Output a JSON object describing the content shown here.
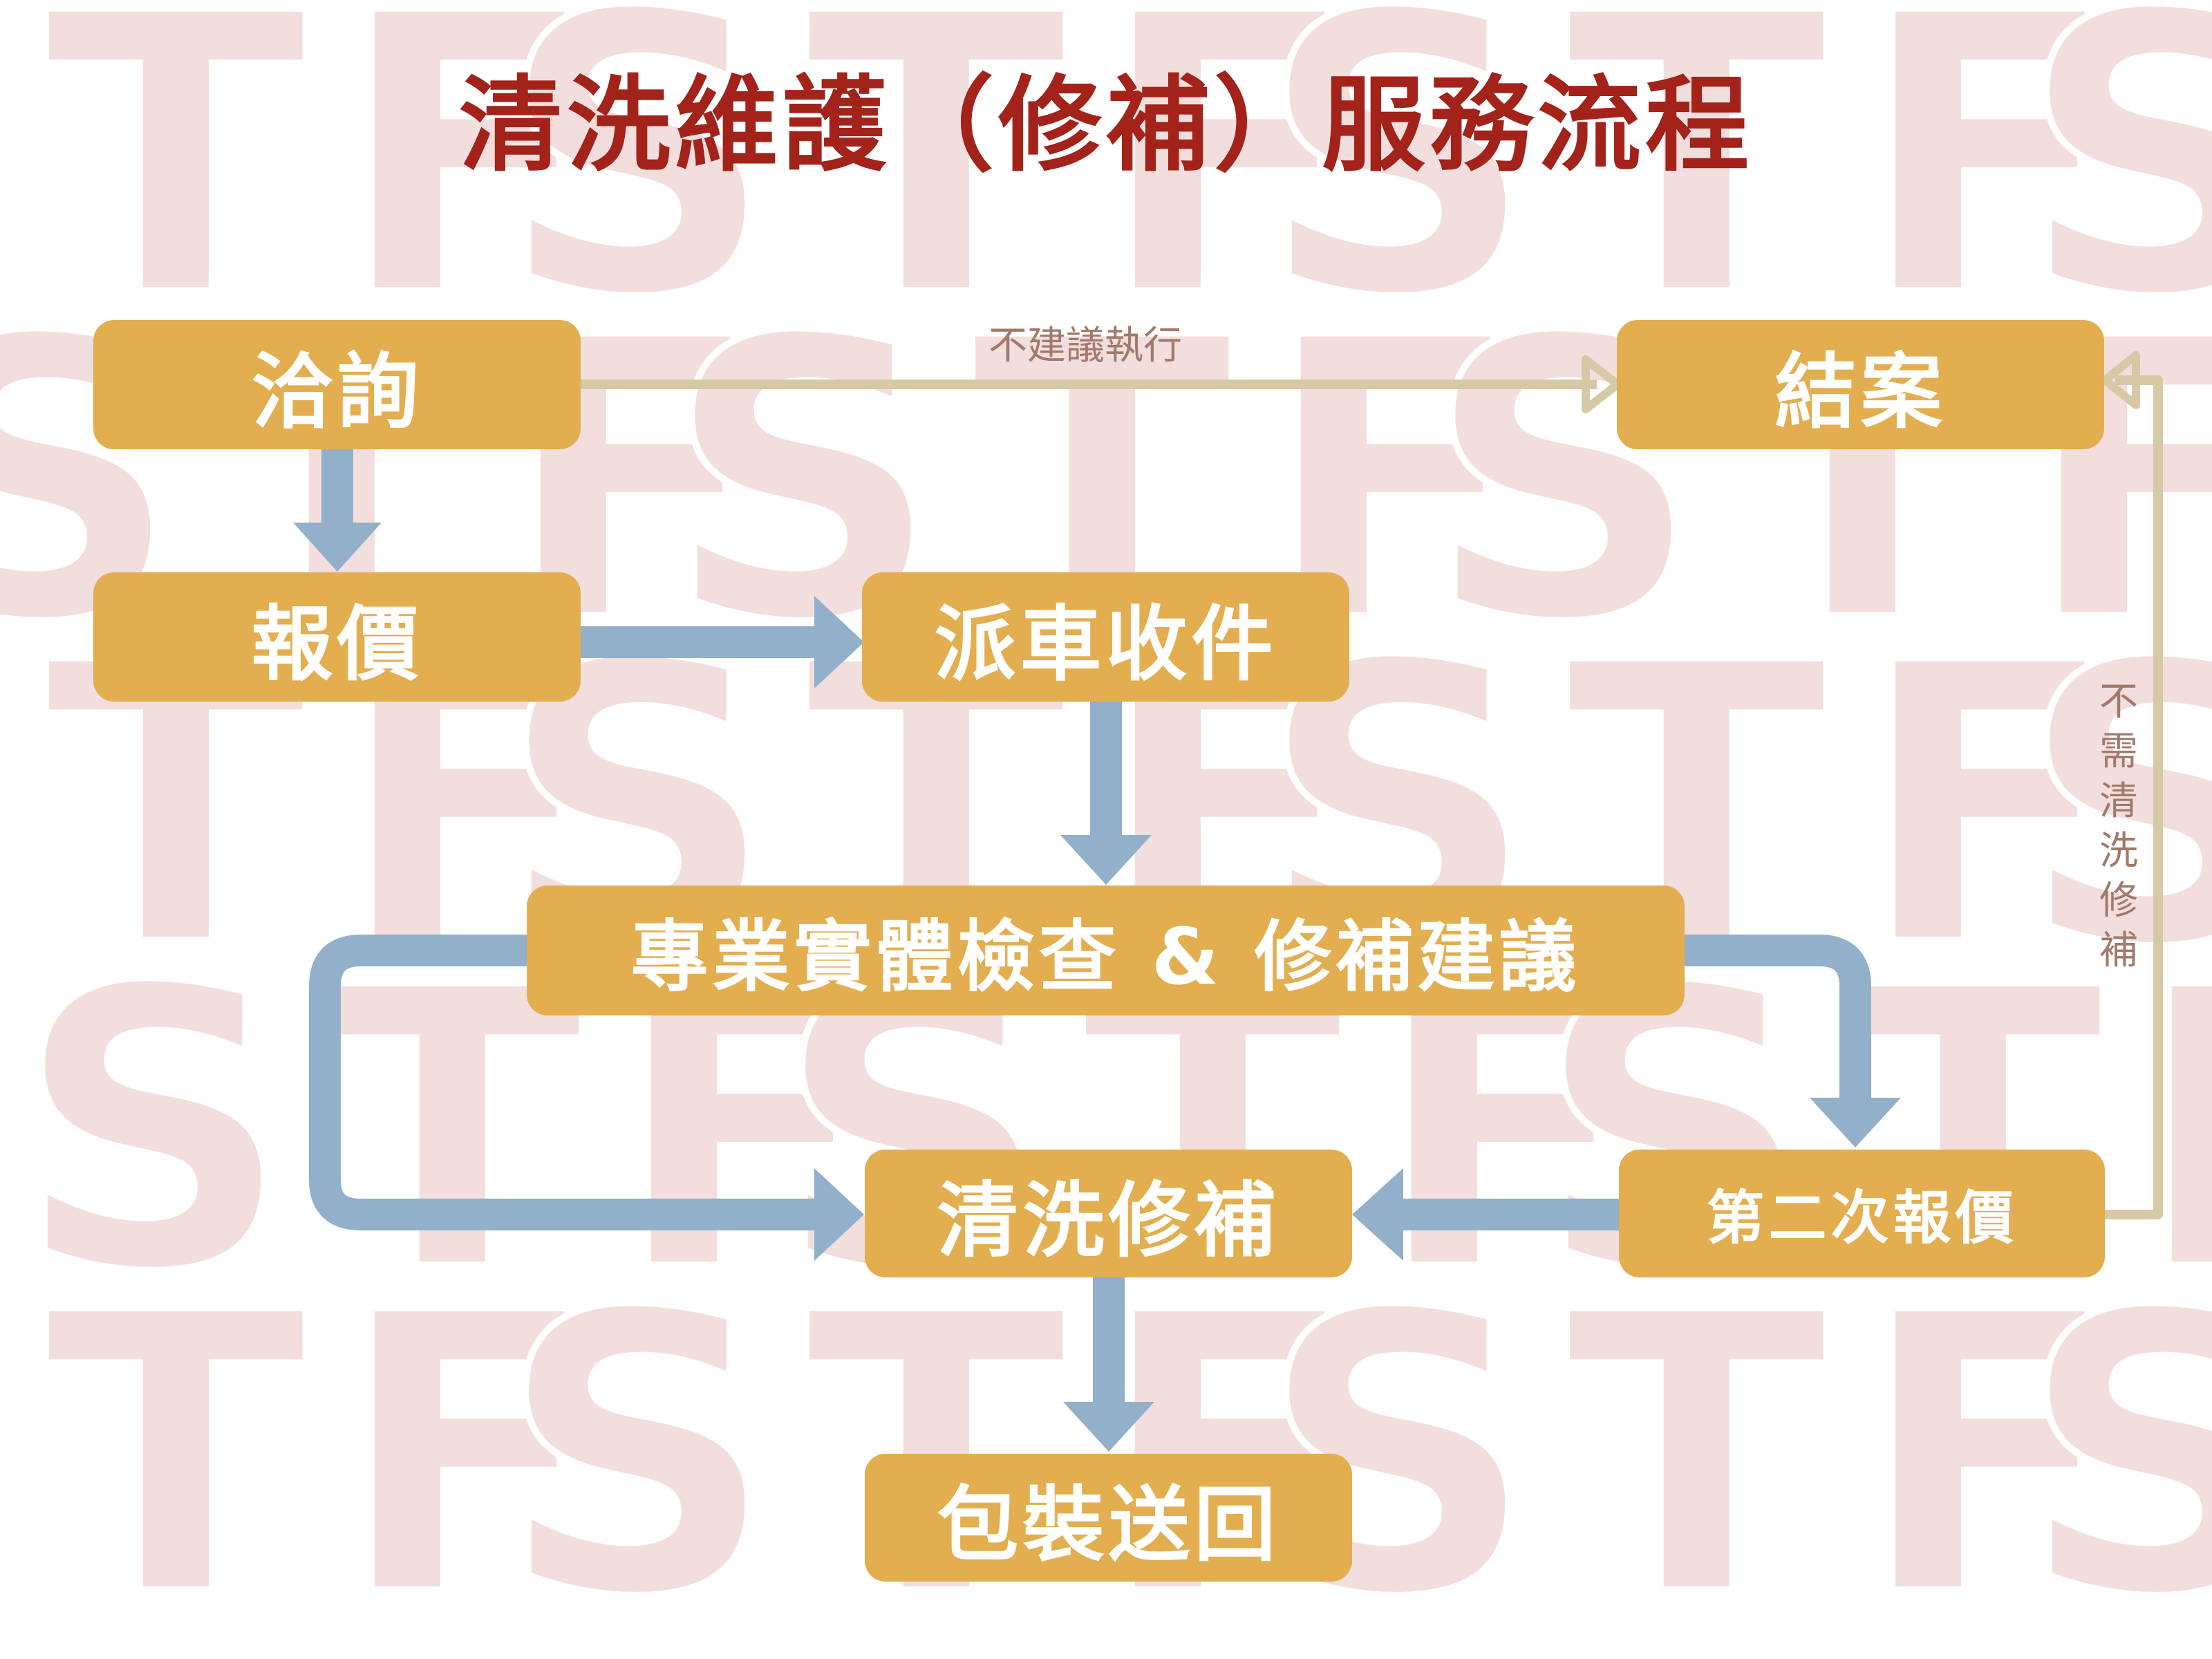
{
  "title": "清洗維護（修補）服務流程",
  "watermark_text": "STF",
  "colors": {
    "node_fill": "#e3ae50",
    "node_text": "#ffffff",
    "main_arrow": "#92b0c9",
    "alt_arrow": "#d6c9a6",
    "title": "#a3221a",
    "watermark": "#f3dede",
    "label": "#a07a6a"
  },
  "nodes": {
    "consult": "洽詢",
    "quote": "報價",
    "pickup": "派車收件",
    "inspect": "專業實體檢查 & 修補建議",
    "repair": "清洗修補",
    "pack": "包裝送回",
    "second_quote": "第二次報價",
    "close": "結案"
  },
  "edge_labels": {
    "not_recommended": "不建議執行",
    "no_repair_needed": "不需清洗修補"
  }
}
